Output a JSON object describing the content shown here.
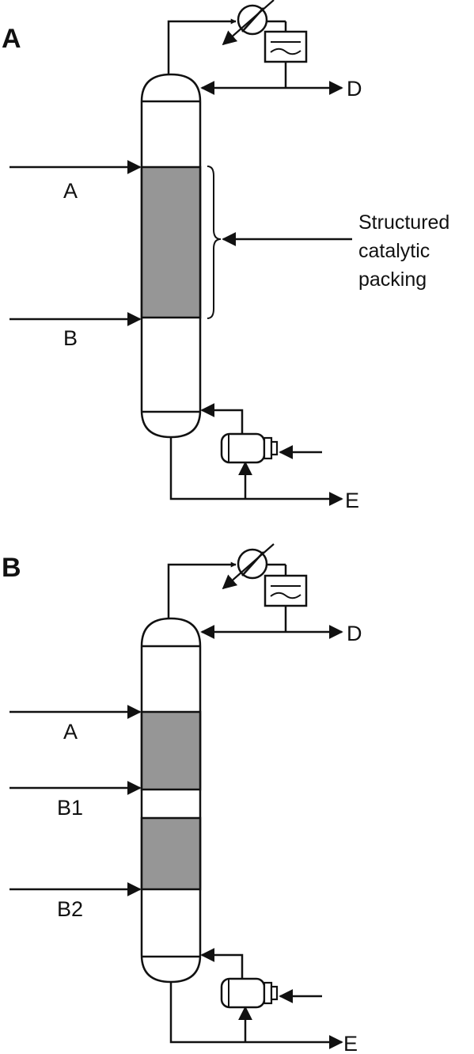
{
  "panels": [
    {
      "letter": "A",
      "feeds": [
        "A",
        "B"
      ],
      "products": {
        "top": "D",
        "bottom": "E"
      },
      "packing_label": [
        "Structured",
        "catalytic",
        "packing"
      ]
    },
    {
      "letter": "B",
      "feeds": [
        "A",
        "B1",
        "B2"
      ],
      "products": {
        "top": "D",
        "bottom": "E"
      }
    }
  ],
  "colors": {
    "packing_fill": "#969696",
    "line": "#111111"
  }
}
